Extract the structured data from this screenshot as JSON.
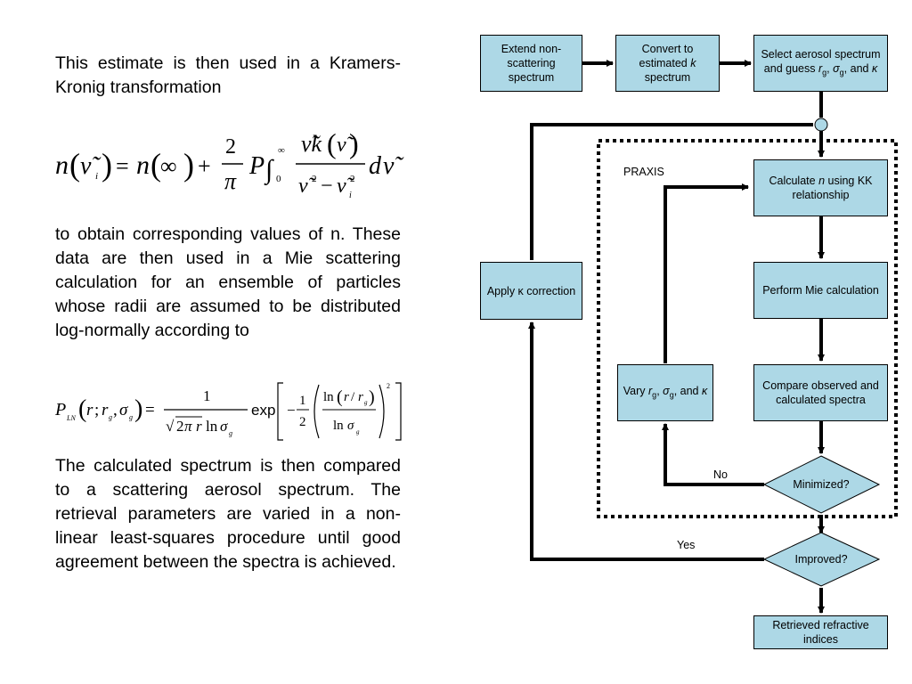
{
  "text": {
    "para1": "This estimate is then used in a Kramers-Kronig transformation",
    "para2": "to obtain corresponding values of n. These data are then used in a Mie scattering calculation for an ensemble of particles whose radii are assumed to be distributed log-normally according to",
    "para3": "The calculated spectrum is then compared to a scattering aerosol spectrum. The retrieval parameters are varied in a non-linear least-squares procedure until good agreement between the spectra is achieved."
  },
  "equations": {
    "kk": {
      "lhs": "n(ν̃ᵢ) = n(∞) +",
      "frac_num": "2",
      "frac_den": "π",
      "principal": "P",
      "int_upper": "∞",
      "int_lower": "0",
      "integrand_num": "ν̃k(ν̃)",
      "integrand_den": "ν̃² − ν̃ᵢ²",
      "differential": "dν̃"
    },
    "lognormal": {
      "lhs": "P_LN(r; r_g, σ_g) =",
      "frac_num": "1",
      "frac_den": "√2π r ln σ_g",
      "exp": "exp",
      "inner_frac_num": "1",
      "inner_frac_den": "2",
      "ratio_num": "ln(r / r_g)",
      "ratio_den": "ln σ_g",
      "power": "2"
    }
  },
  "flowchart": {
    "colors": {
      "box_fill": "#add8e6",
      "line": "#000000"
    },
    "boxes": {
      "extend": "Extend non-scattering spectrum",
      "convert": "Convert to estimated k spectrum",
      "select": "Select aerosol spectrum and guess r_g, σ_g, and κ",
      "calc_n": "Calculate n using KK relationship",
      "apply_kappa": "Apply κ correction",
      "mie": "Perform Mie calculation",
      "vary": "Vary r_g, σ_g, and κ",
      "compare": "Compare observed and calculated spectra",
      "retrieved": "Retrieved refractive indices"
    },
    "diamonds": {
      "minimized": "Minimized?",
      "improved": "Improved?"
    },
    "labels": {
      "praxis": "PRAXIS",
      "no": "No",
      "yes": "Yes"
    }
  }
}
